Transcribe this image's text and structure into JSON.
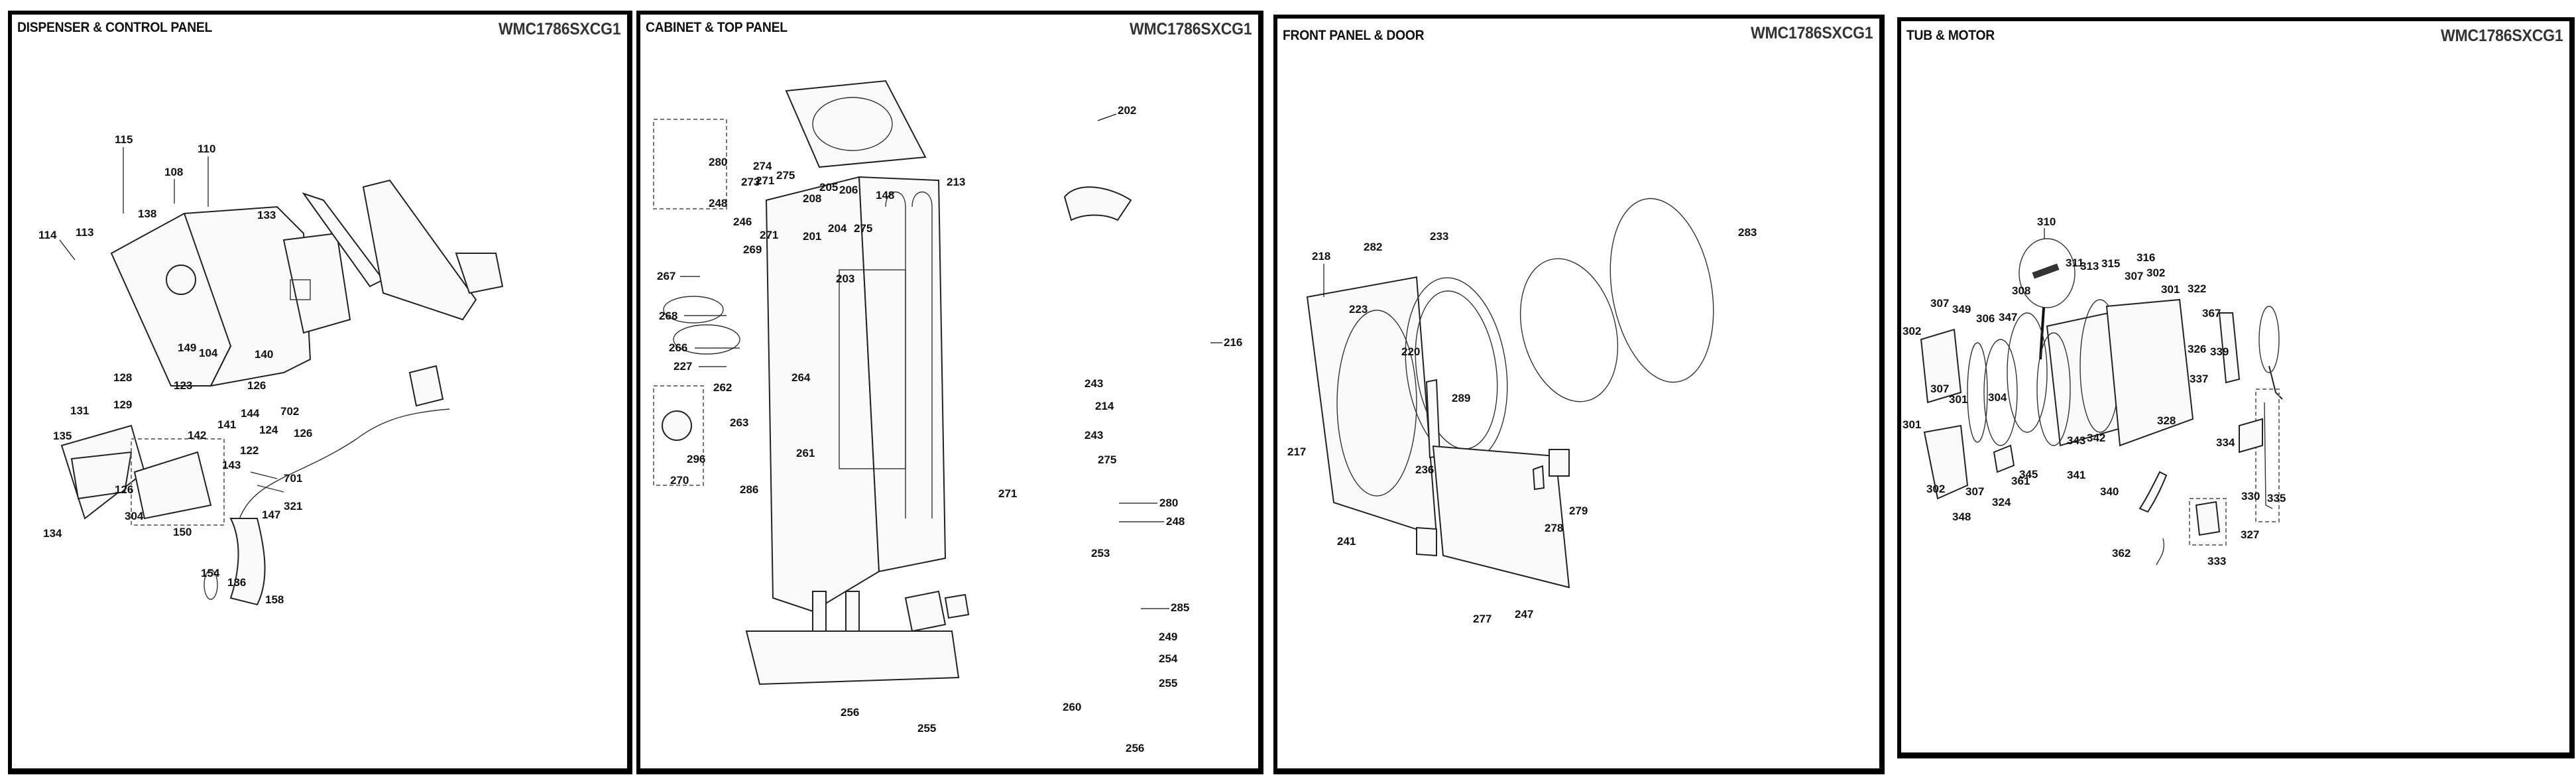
{
  "document": {
    "model": "WMC1786SXCG1"
  },
  "panels": [
    {
      "title": "DISPENSER & CONTROL PANEL",
      "model": "WMC1786SXCG1",
      "callouts": [
        "115",
        "110",
        "108",
        "133",
        "138",
        "114",
        "113",
        "104",
        "149",
        "140",
        "128",
        "126",
        "129",
        "123",
        "144",
        "131",
        "141",
        "702",
        "124",
        "142",
        "126",
        "135",
        "122",
        "143",
        "701",
        "126",
        "321",
        "304",
        "147",
        "134",
        "150",
        "154",
        "136",
        "158"
      ]
    },
    {
      "title": "CABINET & TOP PANEL",
      "model": "WMC1786SXCG1",
      "callouts": [
        "202",
        "280",
        "274",
        "275",
        "273",
        "271",
        "208",
        "205",
        "206",
        "148",
        "213",
        "248",
        "246",
        "204",
        "201",
        "275",
        "271",
        "269",
        "203",
        "267",
        "268",
        "266",
        "216",
        "227",
        "243",
        "262",
        "264",
        "214",
        "263",
        "243",
        "296",
        "261",
        "275",
        "270",
        "286",
        "271",
        "280",
        "248",
        "253",
        "285",
        "249",
        "254",
        "255",
        "256",
        "260",
        "255",
        "256"
      ]
    },
    {
      "title": "FRONT PANEL & DOOR",
      "model": "WMC1786SXCG1",
      "callouts": [
        "283",
        "233",
        "282",
        "218",
        "223",
        "220",
        "289",
        "217",
        "236",
        "279",
        "241",
        "278",
        "277",
        "247"
      ]
    },
    {
      "title": "TUB & MOTOR",
      "model": "WMC1786SXCG1",
      "callouts": [
        "310",
        "311",
        "313",
        "315",
        "316",
        "307",
        "302",
        "308",
        "301",
        "322",
        "307",
        "349",
        "347",
        "306",
        "367",
        "302",
        "326",
        "339",
        "301",
        "337",
        "304",
        "307",
        "328",
        "301",
        "343",
        "342",
        "334",
        "345",
        "361",
        "341",
        "302",
        "307",
        "324",
        "340",
        "348",
        "330",
        "335",
        "327",
        "362",
        "333"
      ]
    }
  ]
}
